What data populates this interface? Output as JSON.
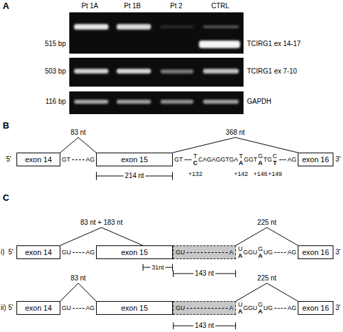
{
  "diagram": {
    "nodes": [
      {
        "text": [
          "exon 14"
        ]
      },
      {
        "text": [
          "exon 15"
        ]
      },
      {
        "text": [
          "exon 16"
        ]
      },
      {
        "text": [
          "exon 14"
        ]
      },
      {
        "text": [
          "exon 15"
        ]
      },
      {
        "text": [
          "GU",
          "A"
        ]
      },
      {
        "text": [
          "exon 16"
        ]
      },
      {
        "text": [
          "exon 14"
        ]
      },
      {
        "text": [
          "exon 15"
        ]
      },
      {
        "text": [
          "GU",
          "A"
        ]
      },
      {
        "text": [
          "exon 16"
        ]
      }
    ],
    "edges": [
      {
        "from": 0,
        "to": 1,
        "arrow": "none",
        "label": "83 nt"
      },
      {
        "from": 1,
        "to": 2,
        "arrow": "none",
        "label": "368 nt"
      },
      {
        "from": 3,
        "to": 4,
        "arrow": "none",
        "label": "83 nt + 183 nt"
      },
      {
        "from": 5,
        "to": 6,
        "arrow": "none",
        "label": "225 nt"
      },
      {
        "from": 7,
        "to": 8,
        "arrow": "none",
        "label": "83 nt"
      },
      {
        "from": 9,
        "to": 10,
        "arrow": "none",
        "label": "225 nt"
      }
    ],
    "labels": [
      "A",
      "Pt 1A",
      "Pt 1B",
      "Pt 2",
      "CTRL",
      "515 bp",
      "TCIRG1 ex 14-17",
      "503 bp",
      "TCIRG1 ex 7-10",
      "116 bp",
      "GAPDH",
      "B",
      "5'",
      "GT",
      "AG",
      "GT",
      "T",
      "C",
      "CAGAGGTGA",
      "T",
      "A",
      "GGT",
      "G",
      "A",
      "TG",
      "C",
      "T",
      "AG",
      "3'",
      "+132",
      "+142",
      "+146",
      "+149",
      "214 nt",
      "C",
      "i)",
      "5'",
      "GU",
      "AG",
      "U",
      "A",
      "GGU",
      "G",
      "A",
      "UG",
      "AG",
      "3'",
      "31nt",
      "143 nt",
      "ii)",
      "5'",
      "GU",
      "AG",
      "U",
      "A",
      "GGU",
      "G",
      "A",
      "UG",
      "AG",
      "3'",
      "143 nt"
    ]
  }
}
